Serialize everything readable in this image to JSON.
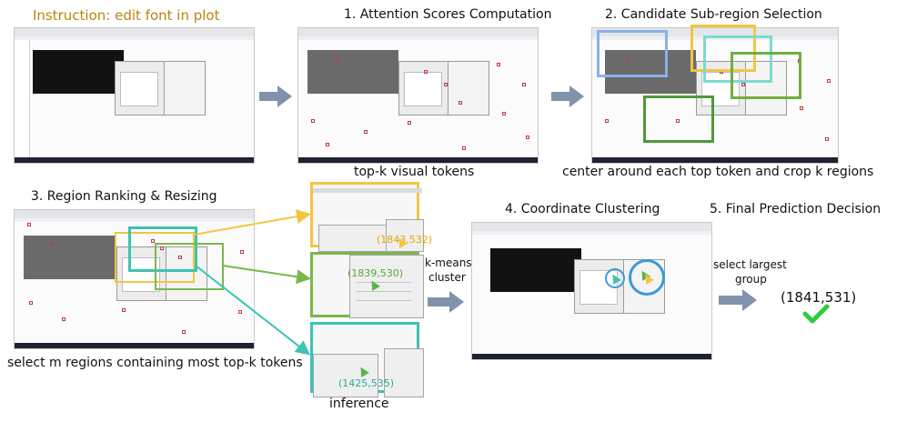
{
  "instruction": "Instruction: edit font in plot",
  "steps": {
    "s1": "1. Attention Scores Computation",
    "s2": "2. Candidate Sub-region Selection",
    "s3": "3. Region Ranking & Resizing",
    "s4": "4. Coordinate Clustering",
    "s5": "5. Final Prediction Decision"
  },
  "captions": {
    "topk": "top-k visual tokens",
    "crop": "center around each top token and crop k regions",
    "select": "select m regions containing most top-k tokens",
    "inference": "inference",
    "kmeans_1": "k-means",
    "kmeans_2": "cluster",
    "largest_1": "select largest",
    "largest_2": "group"
  },
  "predictions": {
    "yellow": "(1843,532)",
    "green": "(1839,530)",
    "teal": "(1425,535)",
    "final": "(1841,531)"
  },
  "colors": {
    "instruction": "#b8860b",
    "yellow": "#f4c542",
    "green": "#78b84a",
    "teal": "#3cc3b4",
    "blue": "#5b8fd6",
    "darkgreen": "#4f9a3a",
    "arrow": "#8093ab",
    "token": "#c0394a",
    "check": "#2ecc40"
  },
  "icons": [
    "right-arrow-icon",
    "check-icon",
    "cursor-icon"
  ]
}
